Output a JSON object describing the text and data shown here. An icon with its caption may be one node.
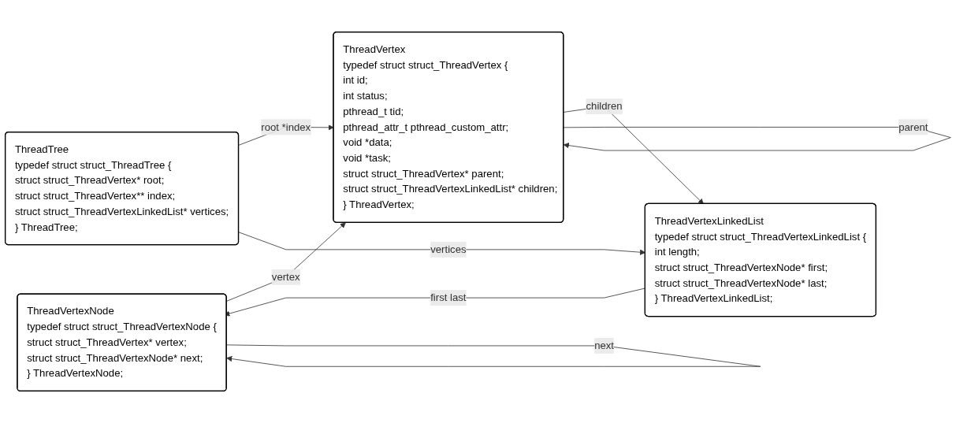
{
  "diagram": {
    "nodes": [
      {
        "text": [
          "ThreadTree",
          "typedef struct struct_ThreadTree {",
          "struct struct_ThreadVertex* root;",
          "struct struct_ThreadVertex** index;",
          "struct struct_ThreadVertexLinkedList* vertices;",
          "} ThreadTree;"
        ]
      },
      {
        "text": [
          "ThreadVertex",
          "typedef struct struct_ThreadVertex {",
          "int id;",
          "int status;",
          "pthread_t tid;",
          "pthread_attr_t pthread_custom_attr;",
          "void *data;",
          "void *task;",
          "struct struct_ThreadVertex* parent;",
          "struct struct_ThreadVertexLinkedList* children;",
          "} ThreadVertex;"
        ]
      },
      {
        "text": [
          "ThreadVertexLinkedList",
          "typedef struct struct_ThreadVertexLinkedList {",
          "int length;",
          "struct struct_ThreadVertexNode* first;",
          "struct struct_ThreadVertexNode* last;",
          "} ThreadVertexLinkedList;"
        ]
      },
      {
        "text": [
          "ThreadVertexNode",
          "typedef struct struct_ThreadVertexNode {",
          "struct struct_ThreadVertex* vertex;",
          "struct struct_ThreadVertexNode* next;",
          "} ThreadVertexNode;"
        ]
      }
    ],
    "edges": [
      {
        "from": 0,
        "to": 1,
        "arrow": "to",
        "label": "root *index"
      },
      {
        "from": 0,
        "to": 2,
        "arrow": "to",
        "label": "vertices"
      },
      {
        "from": 1,
        "to": 2,
        "arrow": "to",
        "label": "children"
      },
      {
        "from": 1,
        "to": 1,
        "arrow": "to",
        "label": "parent"
      },
      {
        "from": 3,
        "to": 1,
        "arrow": "to",
        "label": "vertex"
      },
      {
        "from": 2,
        "to": 3,
        "arrow": "to",
        "label": "first last"
      },
      {
        "from": 3,
        "to": 3,
        "arrow": "to",
        "label": "next"
      }
    ]
  }
}
